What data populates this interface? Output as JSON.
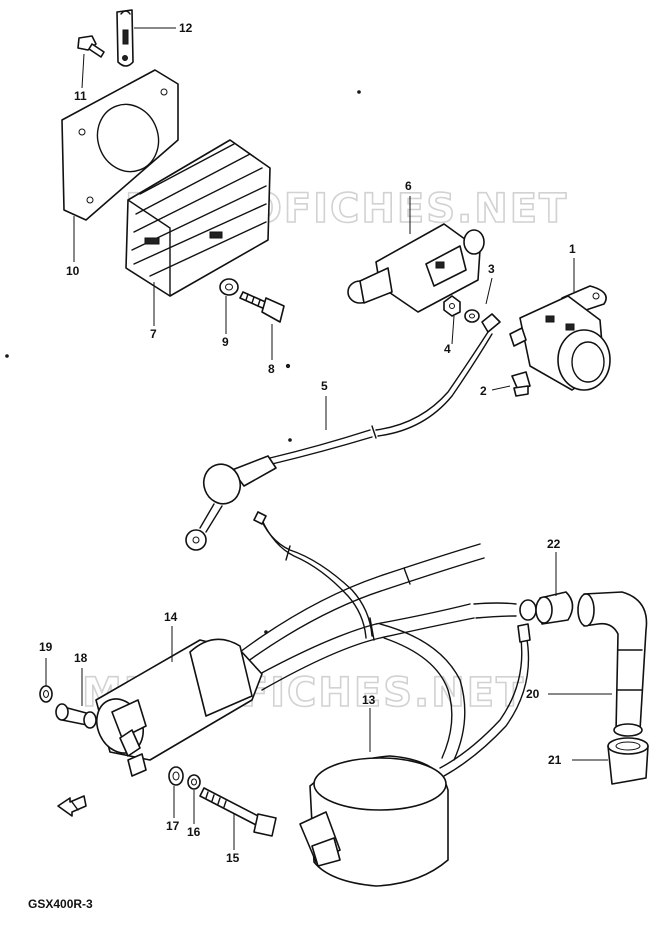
{
  "diagram": {
    "caption": "GSX400R-3",
    "watermark": "MICROFICHES.NET",
    "parts": [
      {
        "num": "1"
      },
      {
        "num": "2"
      },
      {
        "num": "3"
      },
      {
        "num": "4"
      },
      {
        "num": "5"
      },
      {
        "num": "6"
      },
      {
        "num": "7"
      },
      {
        "num": "8"
      },
      {
        "num": "9"
      },
      {
        "num": "10"
      },
      {
        "num": "11"
      },
      {
        "num": "12"
      },
      {
        "num": "13"
      },
      {
        "num": "14"
      },
      {
        "num": "15"
      },
      {
        "num": "16"
      },
      {
        "num": "17"
      },
      {
        "num": "18"
      },
      {
        "num": "19"
      },
      {
        "num": "20"
      },
      {
        "num": "21"
      },
      {
        "num": "22"
      }
    ]
  }
}
